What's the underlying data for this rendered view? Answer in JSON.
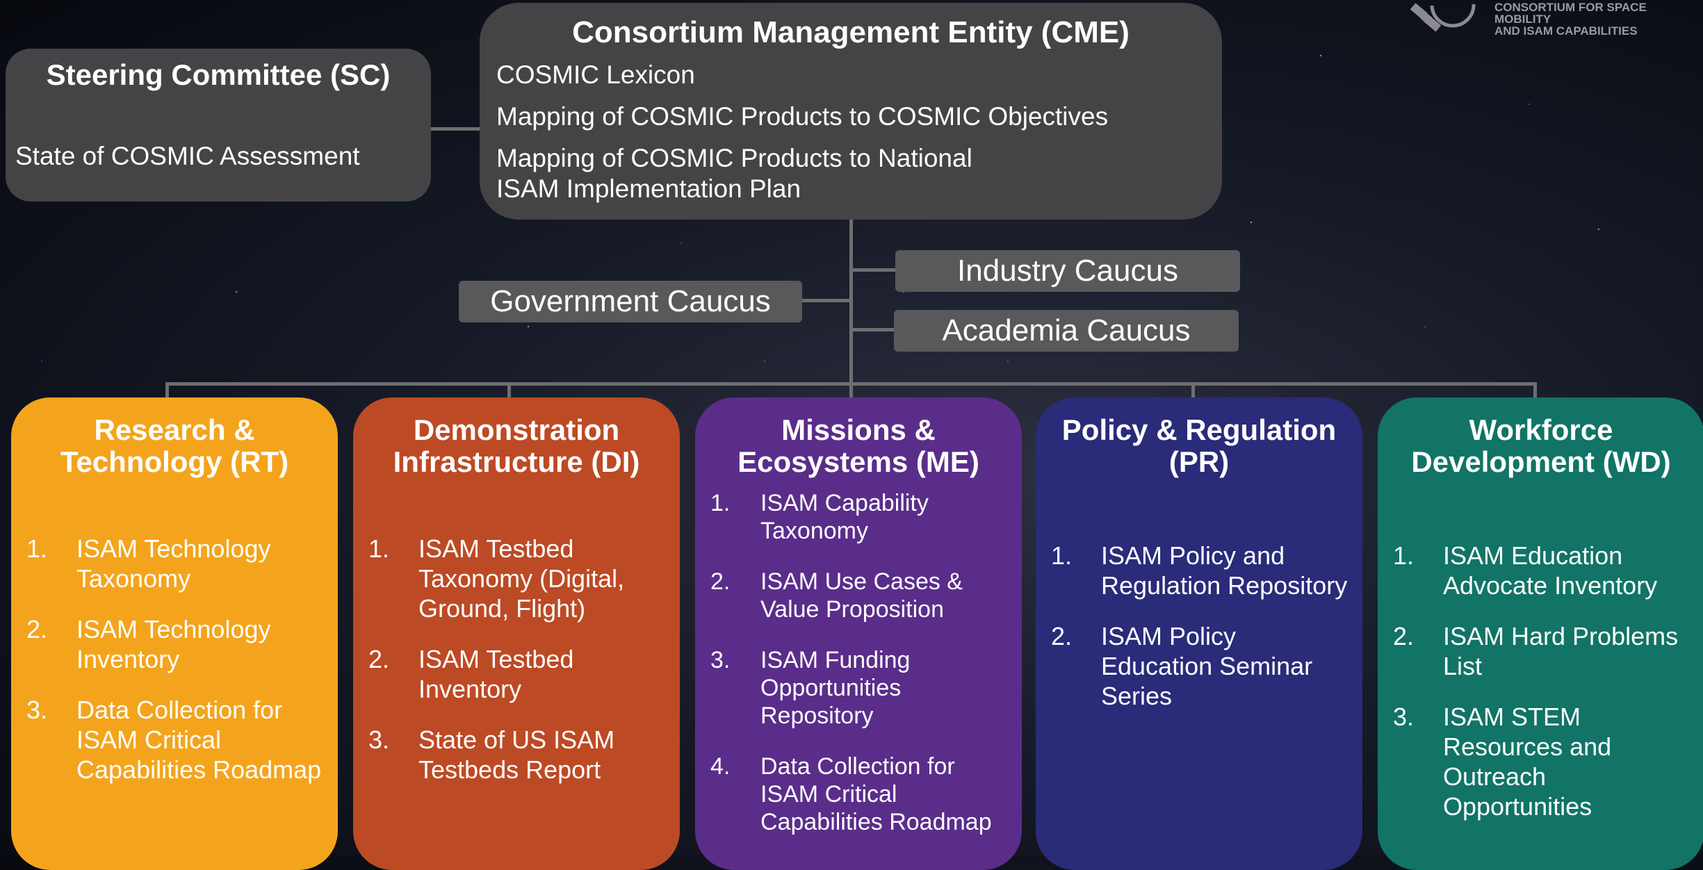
{
  "logo": {
    "text_line1": "CONSORTIUM FOR SPACE MOBILITY",
    "text_line2": "AND ISAM CAPABILITIES"
  },
  "steering": {
    "title": "Steering Committee (SC)",
    "item": "State of COSMIC Assessment"
  },
  "cme": {
    "title": "Consortium Management Entity (CME)",
    "items": [
      "COSMIC Lexicon",
      "Mapping of COSMIC Products to COSMIC Objectives",
      "Mapping of COSMIC Products to National ISAM Implementation Plan"
    ]
  },
  "caucuses": {
    "government": "Government Caucus",
    "industry": "Industry Caucus",
    "academia": "Academia Caucus"
  },
  "columns": [
    {
      "title": "Research & Technology (RT)",
      "color": "#f4a41c",
      "items": [
        "ISAM Technology Taxonomy",
        "ISAM Technology Inventory",
        "Data Collection for ISAM Critical Capabilities Roadmap"
      ]
    },
    {
      "title": "Demonstration Infrastructure (DI)",
      "color": "#bc4a25",
      "items": [
        "ISAM Testbed Taxonomy (Digital, Ground, Flight)",
        "ISAM Testbed Inventory",
        "State of US ISAM Testbeds Report"
      ]
    },
    {
      "title": "Missions & Ecosystems (ME)",
      "color": "#5a2d8a",
      "items": [
        "ISAM Capability Taxonomy",
        "ISAM Use Cases & Value Proposition",
        "ISAM Funding Opportunities Repository",
        "Data Collection for ISAM Critical Capabilities Roadmap"
      ]
    },
    {
      "title": "Policy & Regulation (PR)",
      "color": "#2a2b79",
      "items": [
        "ISAM Policy and Regulation Repository",
        "ISAM Policy Education Seminar Series"
      ]
    },
    {
      "title": "Workforce Development (WD)",
      "color": "#117466",
      "items": [
        "ISAM Education Advocate Inventory",
        "ISAM Hard Problems List",
        "ISAM STEM Resources and Outreach Opportunities"
      ]
    }
  ],
  "numbers": [
    "1.",
    "2.",
    "3.",
    "4."
  ]
}
